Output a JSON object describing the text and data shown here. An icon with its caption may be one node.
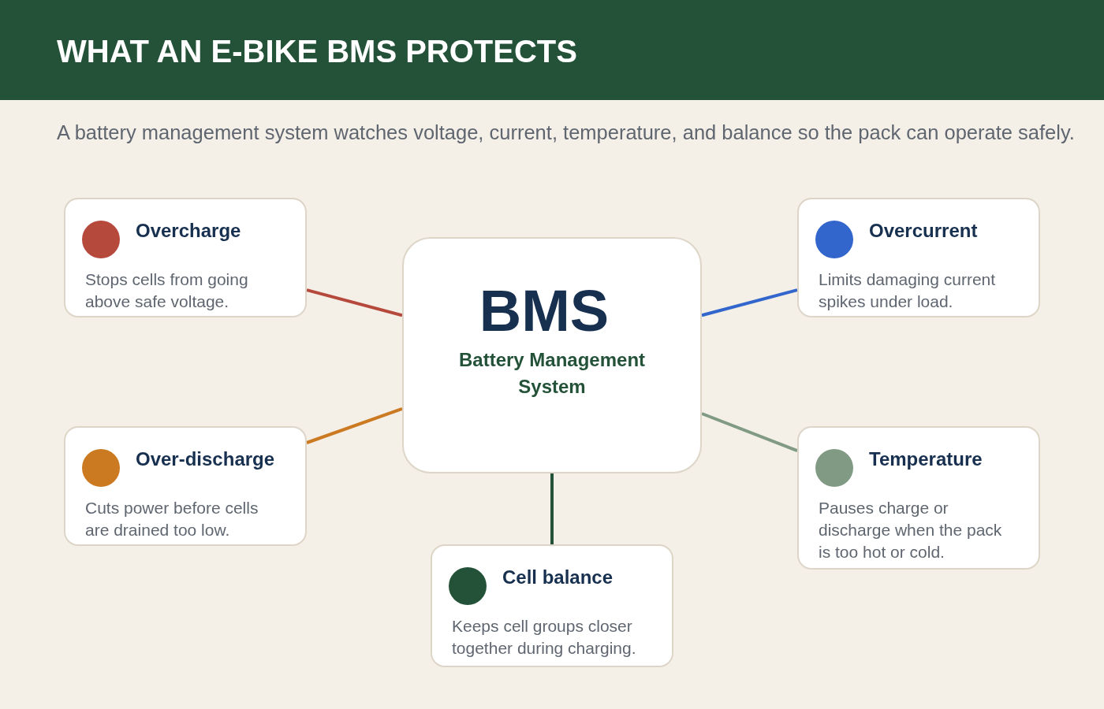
{
  "diagram": {
    "title": "WHAT AN E-BIKE BMS PROTECTS",
    "caption": "A battery management system watches voltage, current, temperature, and balance so the pack can operate safely.",
    "nodes": [
      {
        "text": [
          "Overcharge",
          "Stops cells from going above safe voltage."
        ]
      },
      {
        "text": [
          "Overcurrent",
          "Limits damaging current spikes under load."
        ]
      },
      {
        "text": [
          "BMS",
          "Battery Management System"
        ]
      },
      {
        "text": [
          "Over-discharge",
          "Cuts power before cells are drained too low."
        ]
      },
      {
        "text": [
          "Temperature",
          "Pauses charge or discharge when the pack is too hot or cold."
        ]
      },
      {
        "text": [
          "Cell balance",
          "Keeps cell groups closer together during charging."
        ]
      }
    ],
    "edges": [
      {
        "from": 2,
        "to": 0,
        "arrow": "none",
        "color": "#b54a3c"
      },
      {
        "from": 2,
        "to": 1,
        "arrow": "none",
        "color": "#3366cc"
      },
      {
        "from": 2,
        "to": 3,
        "arrow": "none",
        "color": "#cc7a22"
      },
      {
        "from": 2,
        "to": 4,
        "arrow": "none",
        "color": "#809a83"
      },
      {
        "from": 2,
        "to": 5,
        "arrow": "none",
        "color": "#245239"
      }
    ]
  }
}
